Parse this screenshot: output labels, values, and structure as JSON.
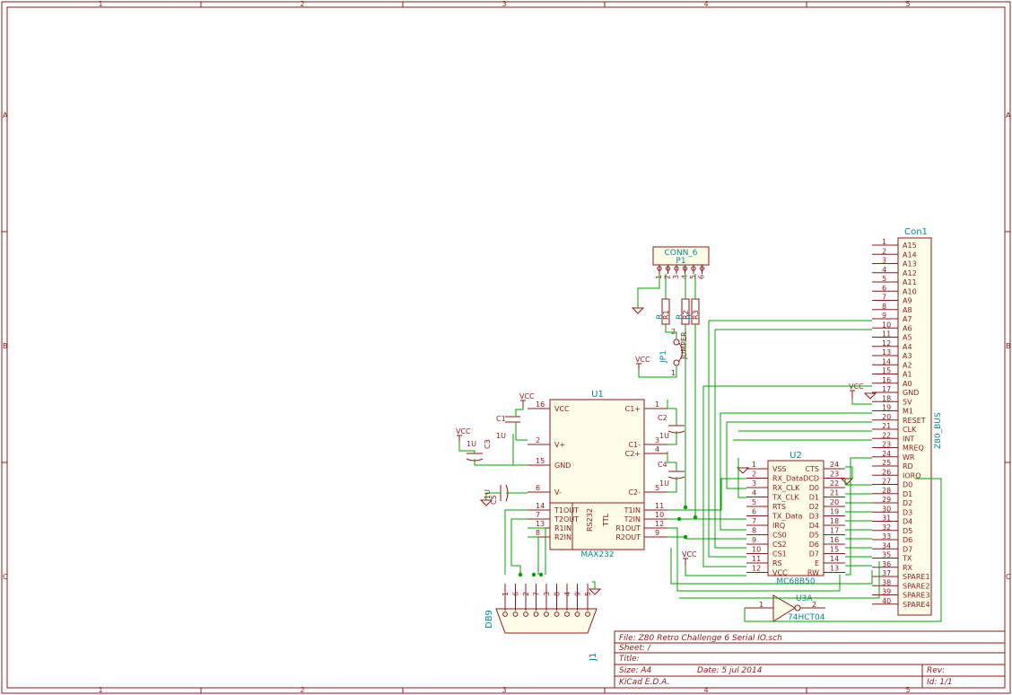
{
  "frame": {
    "col_labels": [
      "1",
      "2",
      "3",
      "4",
      "5"
    ],
    "row_labels": [
      "A",
      "B",
      "C"
    ]
  },
  "connector_p1": {
    "name": "CONN_6",
    "ref": "P1",
    "pins": [
      "1",
      "2",
      "3",
      "4",
      "5",
      "6"
    ]
  },
  "resistors": [
    {
      "ref": "R1",
      "value": "R"
    },
    {
      "ref": "R2",
      "value": "R"
    },
    {
      "ref": "R3",
      "value": "R"
    }
  ],
  "jumper": {
    "ref": "JP1",
    "value": "JUMPER",
    "pins": [
      "1",
      "2"
    ]
  },
  "power_labels": [
    "VCC",
    "VCC",
    "VCC",
    "VCC",
    "VCC"
  ],
  "u1": {
    "ref": "U1",
    "name": "MAX232",
    "left_pins": [
      {
        "num": "16",
        "name": "VCC"
      },
      {
        "num": "2",
        "name": "V+"
      },
      {
        "num": "15",
        "name": "GND"
      },
      {
        "num": "6",
        "name": "V-"
      },
      {
        "num": "14",
        "name": "T1OUT"
      },
      {
        "num": "7",
        "name": "T2OUT"
      },
      {
        "num": "13",
        "name": "R1IN"
      },
      {
        "num": "8",
        "name": "R2IN"
      }
    ],
    "right_pins": [
      {
        "num": "1",
        "name": "C1+"
      },
      {
        "num": "3",
        "name": "C1-"
      },
      {
        "num": "4",
        "name": "C2+"
      },
      {
        "num": "5",
        "name": "C2-"
      },
      {
        "num": "11",
        "name": "T1IN"
      },
      {
        "num": "10",
        "name": "T2IN"
      },
      {
        "num": "12",
        "name": "R1OUT"
      },
      {
        "num": "9",
        "name": "R2OUT"
      }
    ],
    "rs232_label": "RS232",
    "ttl_label": "TTL"
  },
  "capacitors": [
    {
      "ref": "C1",
      "value": "1U"
    },
    {
      "ref": "C2",
      "value": "1U"
    },
    {
      "ref": "C3",
      "value": "1U"
    },
    {
      "ref": "C4",
      "value": "1U"
    },
    {
      "ref": "C5",
      "value": "1U"
    }
  ],
  "u2": {
    "ref": "U2",
    "name": "MC68B50",
    "left_pins": [
      {
        "num": "1",
        "name": "VSS"
      },
      {
        "num": "2",
        "name": "RX_Data"
      },
      {
        "num": "3",
        "name": "RX_CLK"
      },
      {
        "num": "4",
        "name": "TX_CLK"
      },
      {
        "num": "5",
        "name": "RTS"
      },
      {
        "num": "6",
        "name": "TX_Data"
      },
      {
        "num": "7",
        "name": "IRQ"
      },
      {
        "num": "8",
        "name": "CS0"
      },
      {
        "num": "9",
        "name": "CS2"
      },
      {
        "num": "10",
        "name": "CS1"
      },
      {
        "num": "11",
        "name": "RS"
      },
      {
        "num": "12",
        "name": "VCC"
      }
    ],
    "right_pins": [
      {
        "num": "24",
        "name": "CTS"
      },
      {
        "num": "23",
        "name": "DCD"
      },
      {
        "num": "22",
        "name": "D0"
      },
      {
        "num": "21",
        "name": "D1"
      },
      {
        "num": "20",
        "name": "D2"
      },
      {
        "num": "19",
        "name": "D3"
      },
      {
        "num": "18",
        "name": "D4"
      },
      {
        "num": "17",
        "name": "D5"
      },
      {
        "num": "16",
        "name": "D6"
      },
      {
        "num": "15",
        "name": "D7"
      },
      {
        "num": "14",
        "name": "E"
      },
      {
        "num": "13",
        "name": "RW"
      }
    ]
  },
  "u3": {
    "ref": "U3A",
    "name": "74HCT04",
    "pin_in": "1",
    "pin_out": "2"
  },
  "con1": {
    "ref": "Con1",
    "name": "Z80_BUS",
    "pins": [
      {
        "num": "1",
        "name": "A15"
      },
      {
        "num": "2",
        "name": "A14"
      },
      {
        "num": "3",
        "name": "A13"
      },
      {
        "num": "4",
        "name": "A12"
      },
      {
        "num": "5",
        "name": "A11"
      },
      {
        "num": "6",
        "name": "A10"
      },
      {
        "num": "7",
        "name": "A9"
      },
      {
        "num": "8",
        "name": "A8"
      },
      {
        "num": "9",
        "name": "A7"
      },
      {
        "num": "10",
        "name": "A6"
      },
      {
        "num": "11",
        "name": "A5"
      },
      {
        "num": "12",
        "name": "A4"
      },
      {
        "num": "13",
        "name": "A3"
      },
      {
        "num": "14",
        "name": "A2"
      },
      {
        "num": "15",
        "name": "A1"
      },
      {
        "num": "16",
        "name": "A0"
      },
      {
        "num": "17",
        "name": "GND"
      },
      {
        "num": "18",
        "name": "5V"
      },
      {
        "num": "19",
        "name": "M1"
      },
      {
        "num": "20",
        "name": "RESET"
      },
      {
        "num": "21",
        "name": "CLK"
      },
      {
        "num": "22",
        "name": "INT"
      },
      {
        "num": "23",
        "name": "MREQ"
      },
      {
        "num": "24",
        "name": "WR"
      },
      {
        "num": "25",
        "name": "RD"
      },
      {
        "num": "26",
        "name": "IORQ"
      },
      {
        "num": "27",
        "name": "D0"
      },
      {
        "num": "28",
        "name": "D1"
      },
      {
        "num": "29",
        "name": "D2"
      },
      {
        "num": "30",
        "name": "D3"
      },
      {
        "num": "31",
        "name": "D4"
      },
      {
        "num": "32",
        "name": "D5"
      },
      {
        "num": "33",
        "name": "D6"
      },
      {
        "num": "34",
        "name": "D7"
      },
      {
        "num": "35",
        "name": "TX"
      },
      {
        "num": "36",
        "name": "RX"
      },
      {
        "num": "37",
        "name": "SPARE1"
      },
      {
        "num": "38",
        "name": "SPARE2"
      },
      {
        "num": "39",
        "name": "SPARE3"
      },
      {
        "num": "40",
        "name": "SPARE4"
      }
    ]
  },
  "j1": {
    "ref": "J1",
    "name": "DB9",
    "pins": [
      "1",
      "6",
      "2",
      "7",
      "3",
      "8",
      "4",
      "9",
      "5"
    ]
  },
  "title_block": {
    "file": "File: Z80 Retro Challenge 6 Serial IO.sch",
    "sheet": "Sheet: /",
    "title": "Title:",
    "size": "Size: A4",
    "date": "Date: 5 jul 2014",
    "rev": "Rev:",
    "tool": "KiCad E.D.A.",
    "id": "Id: 1/1"
  },
  "colors": {
    "frame": "#8b1a1a",
    "wire": "#00a000",
    "label": "#008b8b",
    "background": "#ffffff"
  }
}
